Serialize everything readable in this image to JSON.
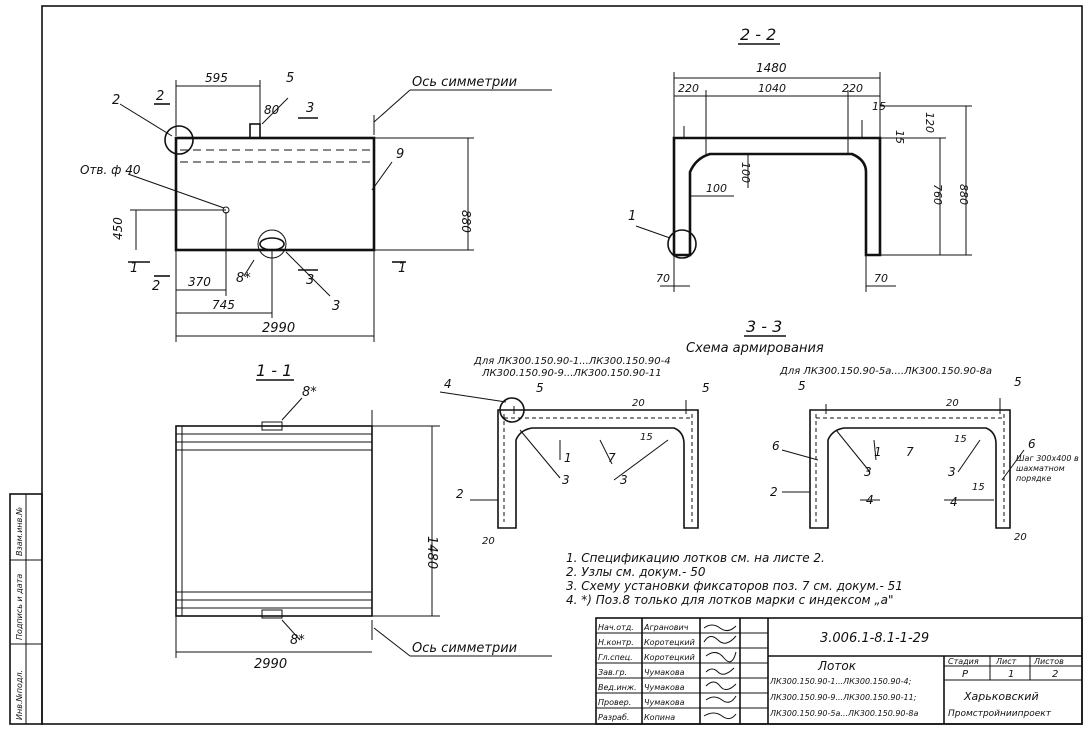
{
  "sections": {
    "plan": {
      "label_section_2": "2",
      "label_section_1": "1",
      "label_section_3": "3"
    },
    "s22": {
      "title": "2 - 2"
    },
    "s11": {
      "title": "1 - 1"
    },
    "s33": {
      "title": "3 - 3",
      "subtitle": "Схема армирования"
    }
  },
  "plan_view": {
    "dims": {
      "d595": "595",
      "d80": "80",
      "d880": "880",
      "d450": "450",
      "d370": "370",
      "d745": "745",
      "d2990": "2990"
    },
    "hole_label": "Отв. ф 40",
    "axis_label": "Ось симметрии",
    "callouts": {
      "c2": "2",
      "c5": "5",
      "c9": "9",
      "c8": "8*",
      "c3": "3"
    }
  },
  "section_22_view": {
    "dims": {
      "d1480": "1480",
      "d220a": "220",
      "d1040": "1040",
      "d220b": "220",
      "d15a": "15",
      "d15b": "15",
      "d120": "120",
      "d760": "760",
      "d880": "880",
      "d100a": "100",
      "d100b": "100",
      "d70a": "70",
      "d70b": "70"
    },
    "callout_1": "1"
  },
  "section_11_view": {
    "dims": {
      "d1480": "1480",
      "d2990": "2990"
    },
    "callout_top": "8*",
    "callout_bottom": "8*",
    "axis_label": "Ось симметрии"
  },
  "section_33_view": {
    "left_caption_1": "Для ЛК300.150.90-1...ЛК300.150.90-4",
    "left_caption_2": "ЛК300.150.90-9...ЛК300.150.90-11",
    "right_caption": "Для ЛК300.150.90-5а....ЛК300.150.90-8а",
    "left_callouts": {
      "c4": "4",
      "c5a": "5",
      "c5b": "5",
      "c20a": "20",
      "c1": "1",
      "c7": "7",
      "c15": "15",
      "c3a": "3",
      "c3b": "3",
      "c2": "2",
      "c20b": "20"
    },
    "right_callouts": {
      "c5a": "5",
      "c5b": "5",
      "c20a": "20",
      "c6a": "6",
      "c1": "1",
      "c7": "7",
      "c15a": "15",
      "c3a": "3",
      "c3b": "3",
      "c6b": "6",
      "c2": "2",
      "c4a": "4",
      "c4b": "4",
      "c15b": "15",
      "c20b": "20"
    },
    "step_note": "Шаг 300х400 в шахматном порядке"
  },
  "notes": [
    "1. Спецификацию лотков см. на листе 2.",
    "2. Узлы см. докум.- 50",
    "3. Схему установки фиксаторов поз. 7 см. докум.- 51",
    "4. *) Поз.8 только для лотков марки с индексом „а\""
  ],
  "title_block": {
    "document_code": "3.006.1-8.1-1-29",
    "item_title": "Лоток",
    "item_lines": [
      "ЛК300.150.90-1...ЛК300.150.90-4;",
      "ЛК300.150.90-9...ЛК300.150.90-11;",
      "ЛК300.150.90-5а...ЛК300.150.90-8а"
    ],
    "stage_header": "Стадия",
    "sheet_header": "Лист",
    "sheets_header": "Листов",
    "stage_value": "Р",
    "sheet_value": "1",
    "sheets_value": "2",
    "organization_1": "Харьковский",
    "organization_2": "Промстройниипроект",
    "staff": [
      {
        "role": "Нач.отд.",
        "name": "Агранович"
      },
      {
        "role": "Н.контр.",
        "name": "Коротецкий"
      },
      {
        "role": "Гл.спец.",
        "name": "Коротецкий"
      },
      {
        "role": "Зав.гр.",
        "name": "Чумакова"
      },
      {
        "role": "Вед.инж.",
        "name": "Чумакова"
      },
      {
        "role": "Провер.",
        "name": "Чумакова"
      },
      {
        "role": "Разраб.",
        "name": "Копина"
      }
    ]
  },
  "side_stamp": {
    "inv_orig": "Инв.№подл.",
    "sign_date": "Подпись и дата",
    "replace_inv": "Взам.инв.№"
  }
}
